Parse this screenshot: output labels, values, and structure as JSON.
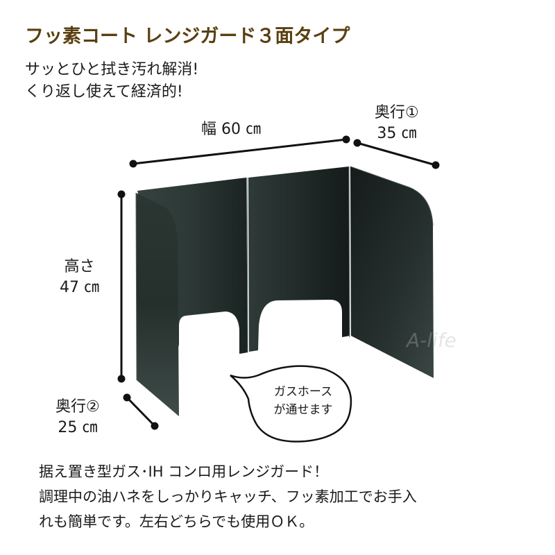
{
  "header": {
    "title": "フッ素コート レンジガード３面タイプ",
    "catch_lines": [
      "サッとひと拭き汚れ解消!",
      "くり返し使えて経済的!"
    ]
  },
  "dimensions": {
    "width": {
      "label": "幅 60 ㎝"
    },
    "depth1": {
      "label_line1": "奥行①",
      "label_line2": "35 ㎝"
    },
    "height": {
      "label_line1": "高さ",
      "label_line2": "47 ㎝"
    },
    "depth2": {
      "label_line1": "奥行②",
      "label_line2": "25 ㎝"
    }
  },
  "callout": {
    "line1": "ガスホース",
    "line2": "が通せます"
  },
  "watermark": "A-life",
  "description": {
    "lines": [
      "据え置き型ガス･IH コンロ用レンジガード！",
      "調理中の油ハネをしっかりキャッチ、フッ素加工でお手入",
      "れも簡単です。左右どちらでも使用ＯＫ。"
    ]
  },
  "colors": {
    "title": "#5a3f10",
    "panel": "#2f3b38",
    "panel_dark": "#1b2422",
    "text": "#1a1a1a"
  }
}
